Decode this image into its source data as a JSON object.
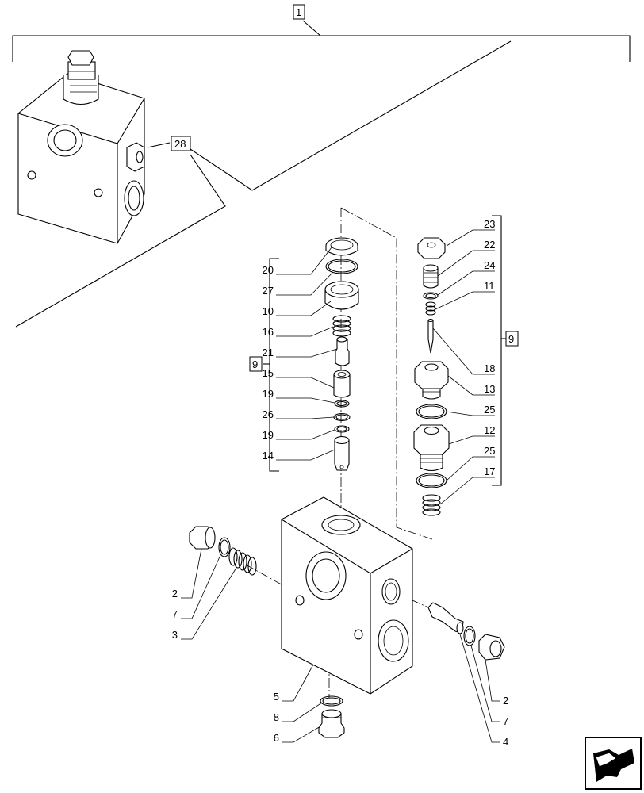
{
  "assembly_ref": "1",
  "sub_ref": "28",
  "kit_ref_left": "9",
  "kit_ref_right": "9",
  "callouts": {
    "c20": "20",
    "c27": "27",
    "c10": "10",
    "c16": "16",
    "c21": "21",
    "c15": "15",
    "c19a": "19",
    "c26": "26",
    "c19b": "19",
    "c14": "14",
    "c23": "23",
    "c22": "22",
    "c24": "24",
    "c11": "11",
    "c18": "18",
    "c13": "13",
    "c25a": "25",
    "c12": "12",
    "c25b": "25",
    "c17": "17",
    "c2l": "2",
    "c7l": "7",
    "c3": "3",
    "c5": "5",
    "c8": "8",
    "c6": "6",
    "c2r": "2",
    "c7r": "7",
    "c4": "4"
  },
  "nav_icon": "next-page-arrow-icon"
}
